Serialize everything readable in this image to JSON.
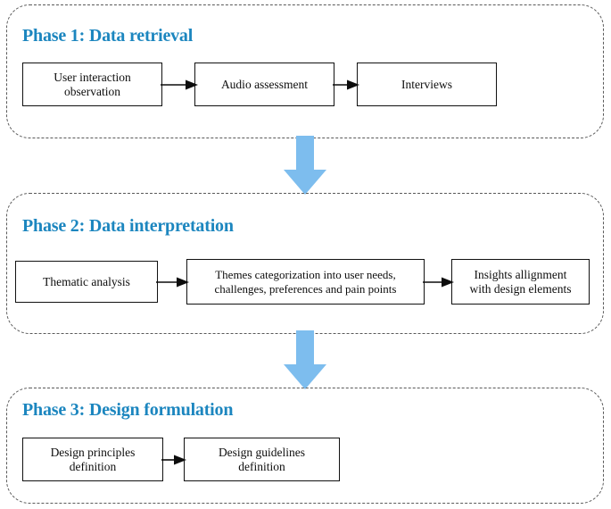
{
  "diagram": {
    "title": "Three-phase design research process flowchart",
    "colors": {
      "phase_title": "#1c86bf",
      "transition_arrow": "#7dbdee",
      "box_border": "#111111",
      "container_border": "#5a5a5a",
      "background": "#ffffff"
    }
  },
  "phases": [
    {
      "id": "phase-1",
      "title": "Phase 1: Data retrieval",
      "steps": [
        {
          "lines": [
            "User interaction",
            "observation"
          ]
        },
        {
          "lines": [
            "Audio assessment"
          ]
        },
        {
          "lines": [
            "Interviews"
          ]
        }
      ],
      "connectors": [
        "arrow-right",
        "arrow-right"
      ]
    },
    {
      "id": "phase-2",
      "title": "Phase 2: Data interpretation",
      "steps": [
        {
          "lines": [
            "Thematic analysis"
          ]
        },
        {
          "lines": [
            "Themes categorization into user needs,",
            "challenges, preferences and pain points"
          ]
        },
        {
          "lines": [
            "Insights allignment",
            "with design elements"
          ]
        }
      ],
      "connectors": [
        "arrow-right",
        "arrow-right"
      ]
    },
    {
      "id": "phase-3",
      "title": "Phase 3: Design formulation",
      "steps": [
        {
          "lines": [
            "Design principles",
            "definition"
          ]
        },
        {
          "lines": [
            "Design guidelines",
            "definition"
          ]
        }
      ],
      "connectors": [
        "arrow-right"
      ]
    }
  ],
  "transitions": [
    {
      "id": "arrow-1-2",
      "from": "phase-1",
      "to": "phase-2",
      "icon": "down-arrow-icon"
    },
    {
      "id": "arrow-2-3",
      "from": "phase-2",
      "to": "phase-3",
      "icon": "down-arrow-icon"
    }
  ]
}
